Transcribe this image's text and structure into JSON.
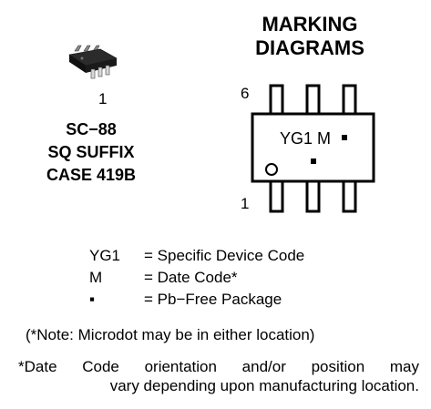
{
  "header": {
    "line1": "MARKING",
    "line2": "DIAGRAMS"
  },
  "package": {
    "pin_label": "1",
    "name": "SC−88",
    "suffix": "SQ SUFFIX",
    "case": "CASE 419B"
  },
  "diagram": {
    "pin_top_label": "6",
    "pin_bottom_label": "1",
    "marking_text": "YG1 M"
  },
  "legend": [
    {
      "key": "YG1",
      "value": "= Specific Device Code"
    },
    {
      "key": "M",
      "value": "= Date Code*"
    },
    {
      "key": "▪",
      "value": "= Pb−Free Package"
    }
  ],
  "note": "(*Note: Microdot may be in either location)",
  "footnote": {
    "line1": "*Date Code orientation and/or position may",
    "line2": "vary depending upon manufacturing location."
  }
}
